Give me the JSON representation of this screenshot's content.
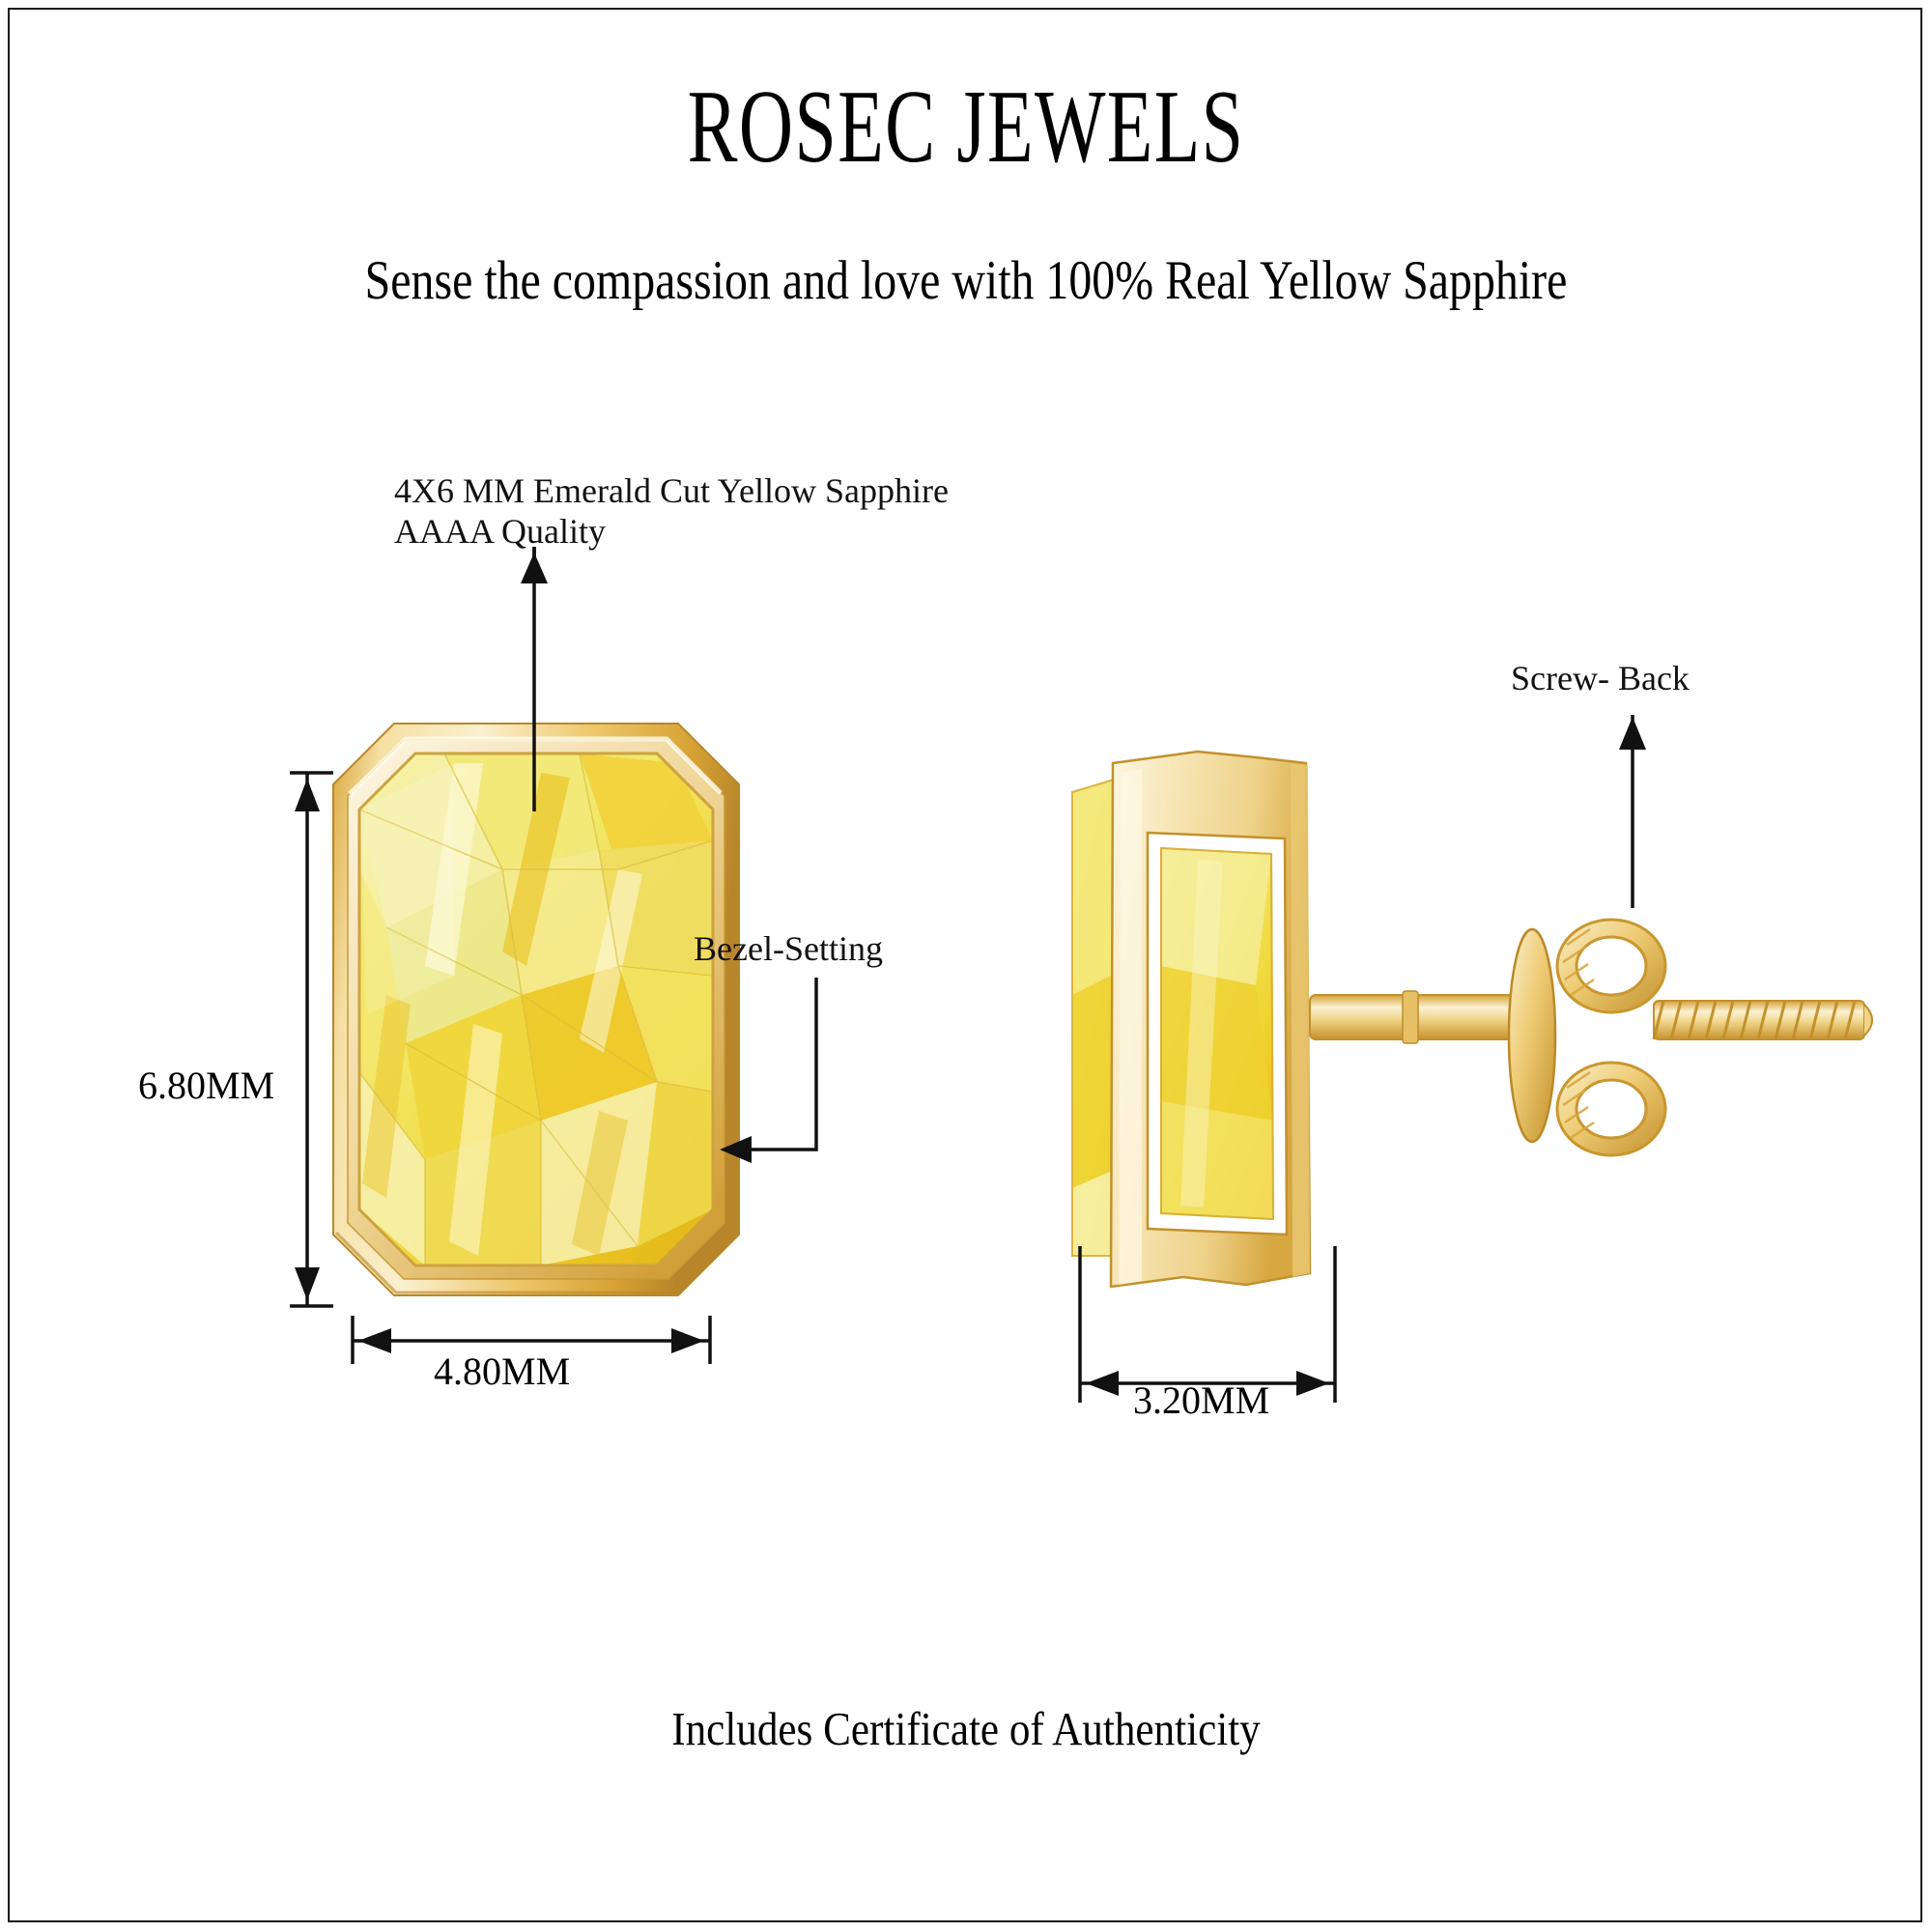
{
  "header": {
    "brand_title": "ROSEC JEWELS",
    "subtitle": "Sense the compassion and love with 100% Real Yellow Sapphire"
  },
  "footer": {
    "note": "Includes Certificate of Authenticity"
  },
  "annotations": {
    "stone_spec": "4X6 MM Emerald Cut Yellow Sapphire\nAAAA Quality",
    "setting": "Bezel-Setting",
    "backing": "Screw- Back"
  },
  "dimensions": {
    "height": "6.80MM",
    "width": "4.80MM",
    "depth": "3.20MM"
  },
  "colors": {
    "gold_light": "#f7e3ac",
    "gold_mid": "#e2b94f",
    "gold_dark": "#c08f28",
    "gold_highlight": "#fdf6e0",
    "stone_light": "#f2ee94",
    "stone_mid": "#f0d83a",
    "stone_deep": "#e8b81c",
    "stone_pale": "#f6f2b8",
    "line": "#111111",
    "background": "#ffffff"
  },
  "views": {
    "front_view_label": "front-view-earring",
    "side_view_label": "side-view-earring"
  }
}
